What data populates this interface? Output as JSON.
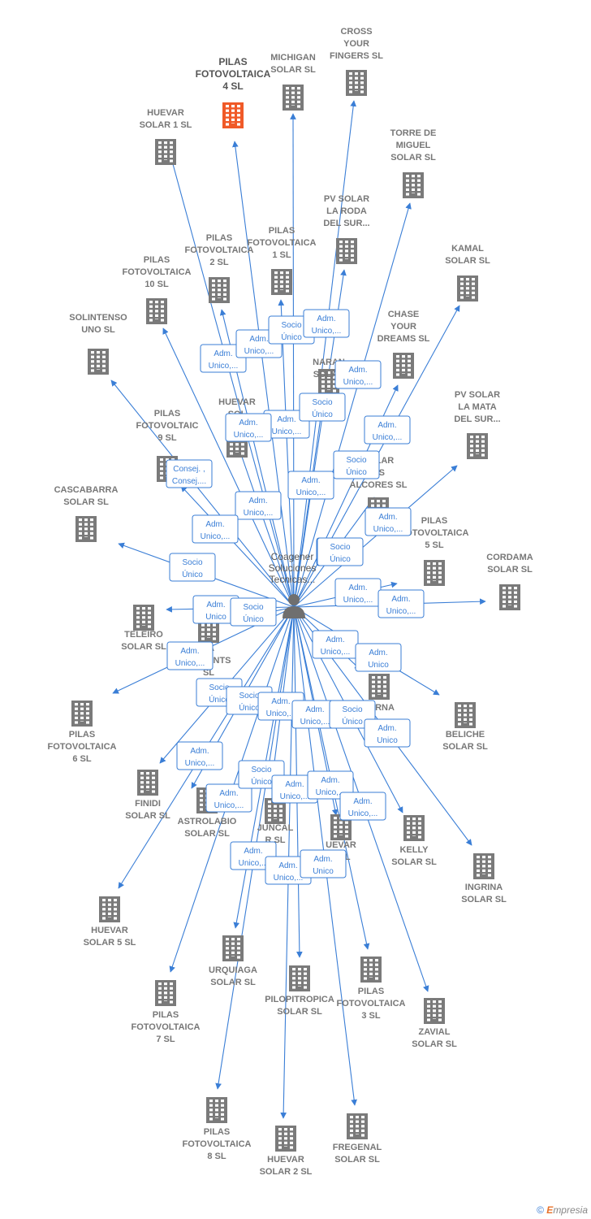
{
  "center": {
    "label": [
      "Coagener",
      "Soluciones",
      "Tecnicas..."
    ]
  },
  "nodes": [
    {
      "id": "pilas4",
      "label": [
        "PILAS",
        "FOTOVOLTAICA",
        "4  SL"
      ],
      "highlight": true
    },
    {
      "id": "michigan",
      "label": [
        "MICHIGAN",
        "SOLAR  SL"
      ]
    },
    {
      "id": "cross",
      "label": [
        "CROSS",
        "YOUR",
        "FINGERS  SL"
      ]
    },
    {
      "id": "huevar1",
      "label": [
        "HUEVAR",
        "SOLAR 1  SL"
      ]
    },
    {
      "id": "torre",
      "label": [
        "TORRE DE",
        "MIGUEL",
        "SOLAR SL"
      ]
    },
    {
      "id": "pvroda",
      "label": [
        "PV SOLAR",
        "LA RODA",
        "DEL SUR..."
      ]
    },
    {
      "id": "pilas2",
      "label": [
        "PILAS",
        "FOTOVOLTAICA",
        "2  SL"
      ]
    },
    {
      "id": "pilas1",
      "label": [
        "PILAS",
        "FOTOVOLTAICA",
        "1  SL"
      ]
    },
    {
      "id": "kamal",
      "label": [
        "KAMAL",
        "SOLAR  SL"
      ]
    },
    {
      "id": "pilas10",
      "label": [
        "PILAS",
        "FOTOVOLTAICA",
        "10  SL"
      ]
    },
    {
      "id": "solintenso",
      "label": [
        "SOLINTENSO",
        "UNO  SL"
      ]
    },
    {
      "id": "chase",
      "label": [
        "CHASE",
        "YOUR",
        "DREAMS  SL"
      ]
    },
    {
      "id": "naranjo",
      "label": [
        "NARAN",
        "SOLAR"
      ]
    },
    {
      "id": "huevar_mid",
      "label": [
        "HUEVAR",
        "SOL"
      ]
    },
    {
      "id": "pvmata",
      "label": [
        "PV SOLAR",
        "LA MATA",
        "DEL SUR..."
      ]
    },
    {
      "id": "pilas9",
      "label": [
        "PILAS",
        "FOTOVOLTAIC",
        "9  SL"
      ]
    },
    {
      "id": "alcores",
      "label": [
        "SOLAR",
        "OS",
        "ALCORES  SL"
      ]
    },
    {
      "id": "cascabarra",
      "label": [
        "CASCABARRA",
        "SOLAR  SL"
      ]
    },
    {
      "id": "pilas5",
      "label": [
        "PILAS",
        "FOTOVOLTAICA",
        "5  SL"
      ]
    },
    {
      "id": "cordama",
      "label": [
        "CORDAMA",
        "SOLAR  SL"
      ]
    },
    {
      "id": "teleiro",
      "label": [
        "TELEIRO",
        "SOLAR  SL"
      ]
    },
    {
      "id": "mements",
      "label": [
        "JA",
        "MEMENTS",
        "SL"
      ]
    },
    {
      "id": "lerna",
      "label": [
        "LERNA"
      ]
    },
    {
      "id": "beliche",
      "label": [
        "BELICHE",
        "SOLAR  SL"
      ]
    },
    {
      "id": "pilas6",
      "label": [
        "PILAS",
        "FOTOVOLTAICA",
        "6  SL"
      ]
    },
    {
      "id": "finidi",
      "label": [
        "FINIDI",
        "SOLAR  SL"
      ]
    },
    {
      "id": "astrolabio",
      "label": [
        "ASTROLABIO",
        "SOLAR  SL"
      ]
    },
    {
      "id": "juncal",
      "label": [
        "JUNCAL",
        "R  SL"
      ]
    },
    {
      "id": "huevar3",
      "label": [
        "UEVAR",
        "3  SL"
      ]
    },
    {
      "id": "kelly",
      "label": [
        "KELLY",
        "SOLAR  SL"
      ]
    },
    {
      "id": "ingrina",
      "label": [
        "INGRINA",
        "SOLAR  SL"
      ]
    },
    {
      "id": "huevar5",
      "label": [
        "HUEVAR",
        "SOLAR 5  SL"
      ]
    },
    {
      "id": "urquiaga",
      "label": [
        "URQUIAGA",
        "SOLAR  SL"
      ]
    },
    {
      "id": "pilopitropica",
      "label": [
        "PILOPITROPICA",
        "SOLAR  SL"
      ]
    },
    {
      "id": "pilas3",
      "label": [
        "PILAS",
        "FOTOVOLTAICA",
        "3  SL"
      ]
    },
    {
      "id": "zavial",
      "label": [
        "ZAVIAL",
        "SOLAR  SL"
      ]
    },
    {
      "id": "pilas7",
      "label": [
        "PILAS",
        "FOTOVOLTAICA",
        "7  SL"
      ]
    },
    {
      "id": "pilas8",
      "label": [
        "PILAS",
        "FOTOVOLTAICA",
        "8  SL"
      ]
    },
    {
      "id": "huevar2",
      "label": [
        "HUEVAR",
        "SOLAR 2  SL"
      ]
    },
    {
      "id": "fregenal",
      "label": [
        "FREGENAL",
        "SOLAR  SL"
      ]
    }
  ],
  "badges": [
    {
      "text": [
        "Socio",
        "Único"
      ]
    },
    {
      "text": [
        "Socio",
        "Único"
      ]
    },
    {
      "text": [
        "Adm.",
        "Unico,..."
      ]
    },
    {
      "text": [
        "Adm.",
        "Unico,..."
      ]
    },
    {
      "text": [
        "Adm.",
        "Unico,..."
      ]
    },
    {
      "text": [
        "Socio",
        "Único"
      ]
    },
    {
      "text": [
        "Adm.",
        "Unico,..."
      ]
    },
    {
      "text": [
        "Adm.",
        "Unico,..."
      ]
    },
    {
      "text": [
        "Adm.",
        "Unico,..."
      ]
    },
    {
      "text": [
        "Adm.",
        "Unico,..."
      ]
    },
    {
      "text": [
        "Consej. ,",
        "Consej...."
      ]
    },
    {
      "text": [
        "Adm.",
        "Unico,..."
      ]
    },
    {
      "text": [
        "Socio",
        "Único"
      ]
    },
    {
      "text": [
        "Adm.",
        "Unico,..."
      ]
    },
    {
      "text": [
        "Adm.",
        "Unico,..."
      ]
    },
    {
      "text": [
        "Adm.",
        "Unico,..."
      ]
    },
    {
      "text": [
        "Socio",
        "Único"
      ]
    },
    {
      "text": [
        "Socio",
        "Único"
      ]
    },
    {
      "text": [
        "Adm.",
        "Unico,..."
      ]
    },
    {
      "text": [
        "Adm.",
        "Unico,..."
      ]
    },
    {
      "text": [
        "Adm.",
        "Unico"
      ]
    },
    {
      "text": [
        "Socio",
        "Único"
      ]
    },
    {
      "text": [
        "Adm.",
        "Unico,..."
      ]
    },
    {
      "text": [
        "Adm.",
        "Unico,..."
      ]
    },
    {
      "text": [
        "Adm.",
        "Unico"
      ]
    },
    {
      "text": [
        "Socio",
        "Único"
      ]
    },
    {
      "text": [
        "Socio",
        "Único"
      ]
    },
    {
      "text": [
        "Adm.",
        "Unico,..."
      ]
    },
    {
      "text": [
        "Adm.",
        "Unico,..."
      ]
    },
    {
      "text": [
        "Socio",
        "Único"
      ]
    },
    {
      "text": [
        "Adm.",
        "Unico"
      ]
    },
    {
      "text": [
        "Adm.",
        "Unico,..."
      ]
    },
    {
      "text": [
        "Adm.",
        "Unico,..."
      ]
    },
    {
      "text": [
        "Socio",
        "Único"
      ]
    },
    {
      "text": [
        "Adm.",
        "Unico,..."
      ]
    },
    {
      "text": [
        "Adm.",
        "Unico,..."
      ]
    },
    {
      "text": [
        "Adm.",
        "Unico,..."
      ]
    },
    {
      "text": [
        "Adm.",
        "Unico,..."
      ]
    },
    {
      "text": [
        "Adm.",
        "Unico,..."
      ]
    },
    {
      "text": [
        "Adm.",
        "Unico"
      ]
    }
  ],
  "colors": {
    "edge": "#3a7ed6",
    "building": "#7a7a7a",
    "highlight": "#f05a28",
    "person": "#6f6f6f"
  },
  "credit": {
    "symbol": "©",
    "brand_e": "E",
    "brand_rest": "mpresia"
  }
}
